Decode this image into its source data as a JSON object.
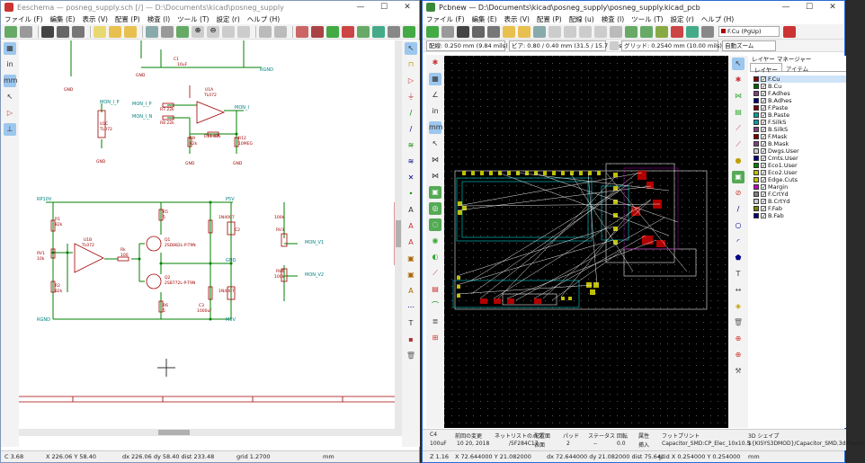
{
  "eeschema": {
    "title": "Eeschema — posneg_supply.sch [/] — D:\\Documents\\kicad\\posneg_supply",
    "menu": [
      "ファイル (F)",
      "編集 (E)",
      "表示 (V)",
      "配置 (P)",
      "検査 (I)",
      "ツール (T)",
      "設定 (r)",
      "ヘルプ (H)"
    ],
    "labels": {
      "mon_i_p": "MON_I_P",
      "mon_i_n": "MON_I_N",
      "mon_i": "MON_I",
      "mon_v1": "MON_V1",
      "mon_v2": "MON_V2",
      "gnd": "GND",
      "rgnd": "RGND",
      "rp10v": "RP10V",
      "p5v": "P5V",
      "m5v": "M5V",
      "u1a": "U1A",
      "tl072": "TL072",
      "u1b": "U1B",
      "u1c": "U1C",
      "r7": "R7 22k",
      "r8": "R8 22k",
      "r9": "R9",
      "r9v": "82k",
      "r11": "R11 82k",
      "r12": "R12",
      "r12v": "10MEG",
      "r1": "R1",
      "r1v": "82k",
      "r2": "R2",
      "r2v": "82k",
      "rv1": "RV1",
      "rv1v": "10k",
      "rk": "Rk",
      "rkv": "100",
      "r5": "R5",
      "r5v": "5",
      "r6": "R6",
      "r6v": "5",
      "q1": "Q1",
      "q1v": "2SD882L-P-T9N",
      "q2": "Q2",
      "q2v": "2SB772L-P-T9N",
      "rv3": "RV3",
      "rv3v": "100k",
      "rv4": "RV4",
      "rv4v": "100k",
      "c1": "C1",
      "c1v": "10uF",
      "c2": "C2",
      "c3": "C3",
      "c3v": "1000uF",
      "d1": "1N4007",
      "d2": "1N4007"
    },
    "status": {
      "c": "C 3.68",
      "xy": "X 226.06 Y 58.40",
      "dxy": "dx 226.06 dy 58.40 dist 233.48",
      "grid": "grid 1.2700",
      "unit": "mm"
    }
  },
  "pcbnew": {
    "title": "Pcbnew — D:\\Documents\\kicad\\posneg_supply\\posneg_supply.kicad_pcb",
    "menu": [
      "ファイル (F)",
      "編集 (E)",
      "表示 (V)",
      "配置 (P)",
      "配線 (u)",
      "検査 (I)",
      "ツール (T)",
      "設定 (r)",
      "ヘルプ (H)"
    ],
    "layer_select": "F.Cu (PgUp)",
    "track": "配線: 0.250 mm (9.84 mils) *",
    "via": "ビア: 0.80 / 0.40 mm (31.5 / 15.7 mils) *",
    "grid": "グリッド: 0.2540 mm (10.00 mils)",
    "zoom": "自動ズーム",
    "manager": {
      "title": "レイヤー マネージャー",
      "tabs": [
        "レイヤー",
        "アイテム"
      ]
    },
    "layers": [
      {
        "name": "F.Cu",
        "color": "#8b0000"
      },
      {
        "name": "B.Cu",
        "color": "#006400"
      },
      {
        "name": "F.Adhes",
        "color": "#804080"
      },
      {
        "name": "B.Adhes",
        "color": "#000080"
      },
      {
        "name": "F.Paste",
        "color": "#800000"
      },
      {
        "name": "B.Paste",
        "color": "#00a0a0"
      },
      {
        "name": "F.SilkS",
        "color": "#00a0a0"
      },
      {
        "name": "B.SilkS",
        "color": "#804080"
      },
      {
        "name": "F.Mask",
        "color": "#800000"
      },
      {
        "name": "B.Mask",
        "color": "#804080"
      },
      {
        "name": "Dwgs.User",
        "color": "#cccccc"
      },
      {
        "name": "Cmts.User",
        "color": "#000080"
      },
      {
        "name": "Eco1.User",
        "color": "#008000"
      },
      {
        "name": "Eco2.User",
        "color": "#c0c000"
      },
      {
        "name": "Edge.Cuts",
        "color": "#c0c000"
      },
      {
        "name": "Margin",
        "color": "#c000c0"
      },
      {
        "name": "F.CrtYd",
        "color": "#808080"
      },
      {
        "name": "B.CrtYd",
        "color": "#cccccc"
      },
      {
        "name": "F.Fab",
        "color": "#808000"
      },
      {
        "name": "B.Fab",
        "color": "#000080"
      }
    ],
    "info": {
      "ref": "C4",
      "refv": "100uF",
      "h1": "前回の変更",
      "v1": "10 20, 2018",
      "h2": "ネットリストのパス",
      "v2": "/5F284C17",
      "h3": "配置面",
      "v3": "表面",
      "h4": "パッド",
      "v4": "2",
      "h5": "ステータス",
      "v5": "--",
      "h6": "回転",
      "v6": "0.0",
      "h7": "属性",
      "v7": "挿入",
      "h8": "フットプリント",
      "v8": "Capacitor_SMD:CP_Elec_10x10.5",
      "h9": "3D シェイプ",
      "v9": "${KISYS3DMOD}/Capacitor_SMD.3dshapes"
    },
    "status": {
      "z": "Z 1.16",
      "xy": "X 72.644000 Y 21.082000",
      "dxy": "dx 72.644000 dy 21.082000 dist 75.641",
      "grid": "grid X 0.254000 Y 0.254000",
      "unit": "mm"
    }
  }
}
